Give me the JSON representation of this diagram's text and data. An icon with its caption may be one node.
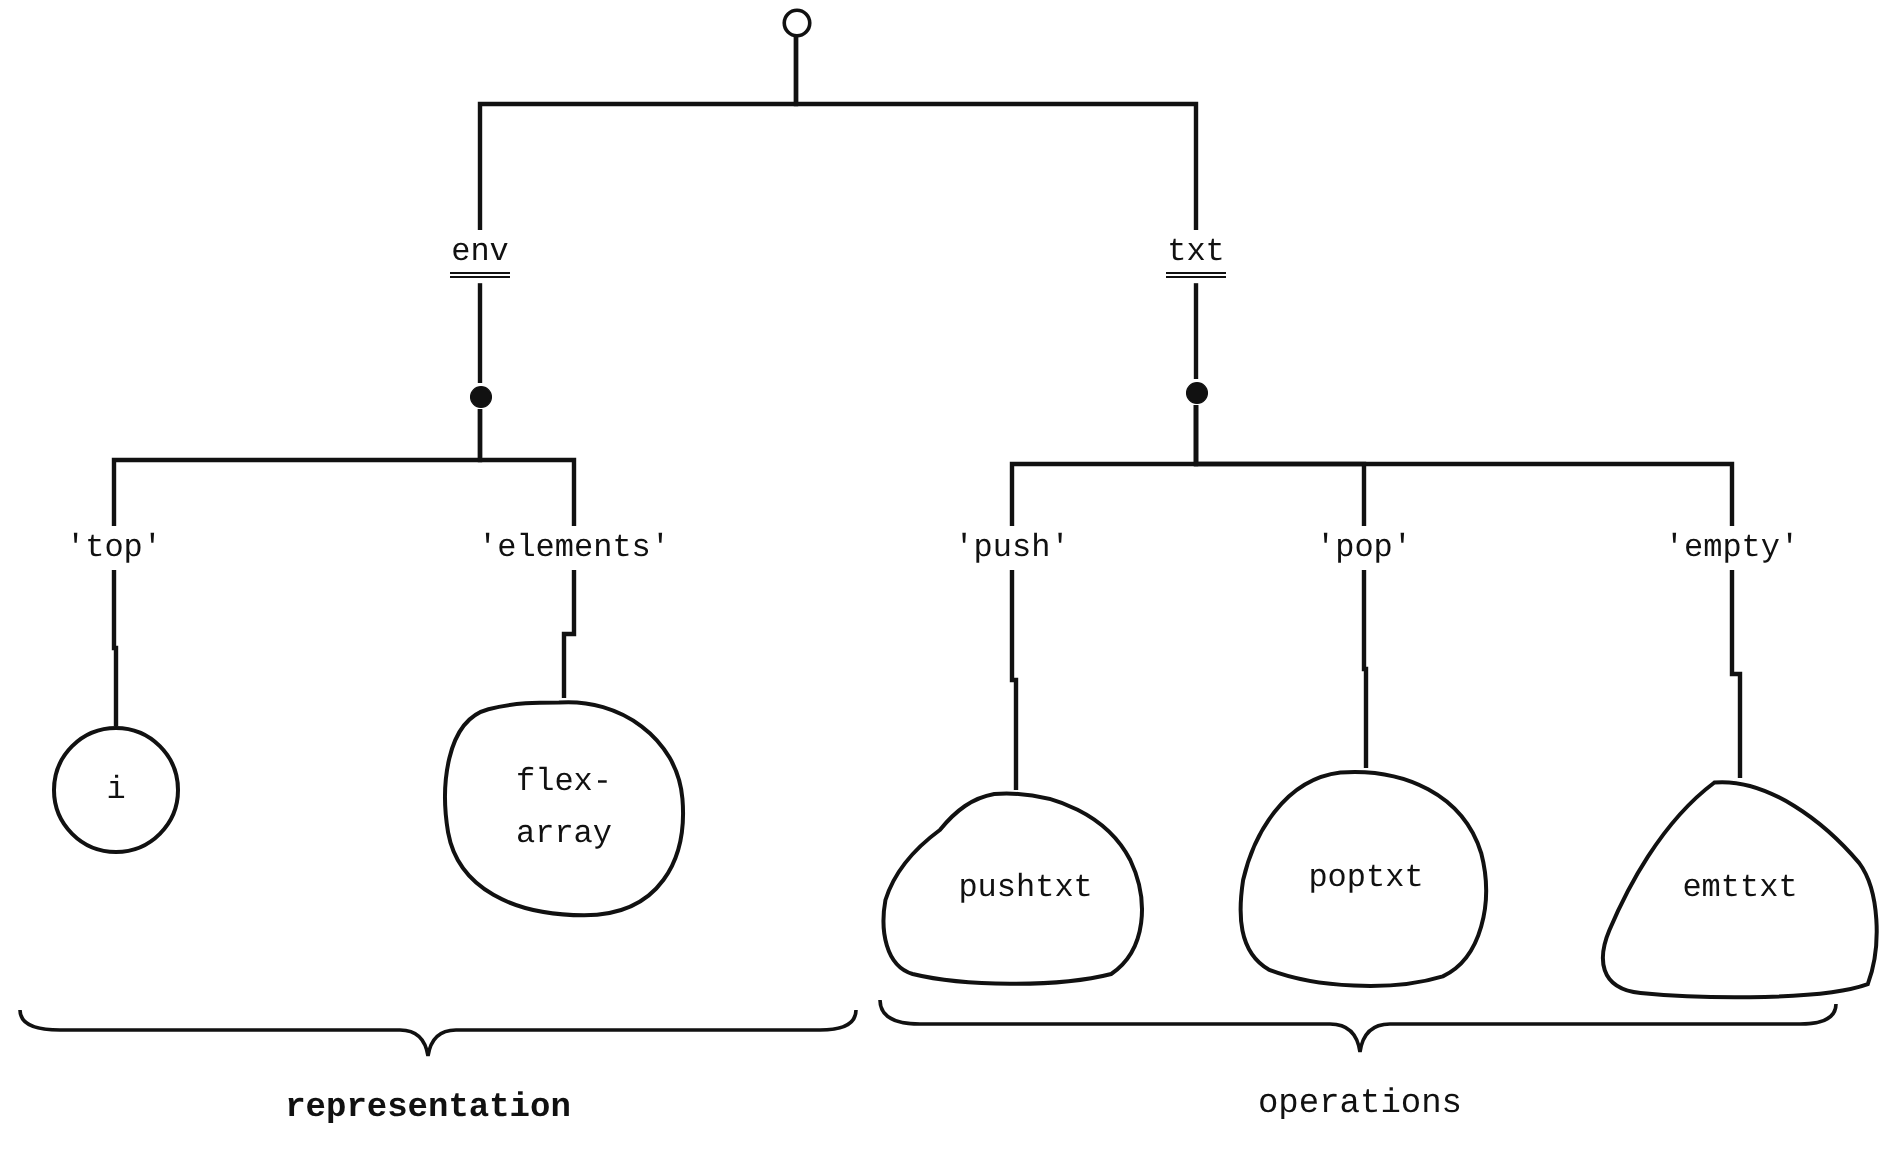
{
  "diagram": {
    "nodes": [
      {
        "text": [],
        "shape": "circle"
      },
      {
        "text": [
          "env"
        ]
      },
      {
        "text": [
          "txt"
        ]
      },
      {
        "text": [],
        "shape": "circle"
      },
      {
        "text": [],
        "shape": "circle"
      },
      {
        "text": [
          "'top'"
        ]
      },
      {
        "text": [
          "'elements'"
        ]
      },
      {
        "text": [
          "'push'"
        ]
      },
      {
        "text": [
          "'pop'"
        ]
      },
      {
        "text": [
          "'empty'"
        ]
      },
      {
        "text": [
          "i"
        ]
      },
      {
        "text": [
          "flex- array"
        ]
      },
      {
        "text": [
          "pushtxt"
        ]
      },
      {
        "text": [
          "poptxt"
        ]
      },
      {
        "text": [
          "emttxt"
        ]
      }
    ],
    "edges": [
      {
        "from": 0,
        "to": 1,
        "arrow": "none"
      },
      {
        "from": 0,
        "to": 2,
        "arrow": "none"
      },
      {
        "from": 1,
        "to": 3,
        "arrow": "none"
      },
      {
        "from": 2,
        "to": 4,
        "arrow": "none"
      },
      {
        "from": 3,
        "to": 5,
        "arrow": "none"
      },
      {
        "from": 3,
        "to": 6,
        "arrow": "none"
      },
      {
        "from": 4,
        "to": 7,
        "arrow": "none"
      },
      {
        "from": 4,
        "to": 8,
        "arrow": "none"
      },
      {
        "from": 4,
        "to": 9,
        "arrow": "none"
      },
      {
        "from": 5,
        "to": 10,
        "arrow": "none"
      },
      {
        "from": 6,
        "to": 11,
        "arrow": "none"
      },
      {
        "from": 7,
        "to": 12,
        "arrow": "none"
      },
      {
        "from": 8,
        "to": 13,
        "arrow": "none"
      },
      {
        "from": 9,
        "to": 14,
        "arrow": "none"
      }
    ],
    "labels": [
      "representation",
      "operations"
    ]
  }
}
